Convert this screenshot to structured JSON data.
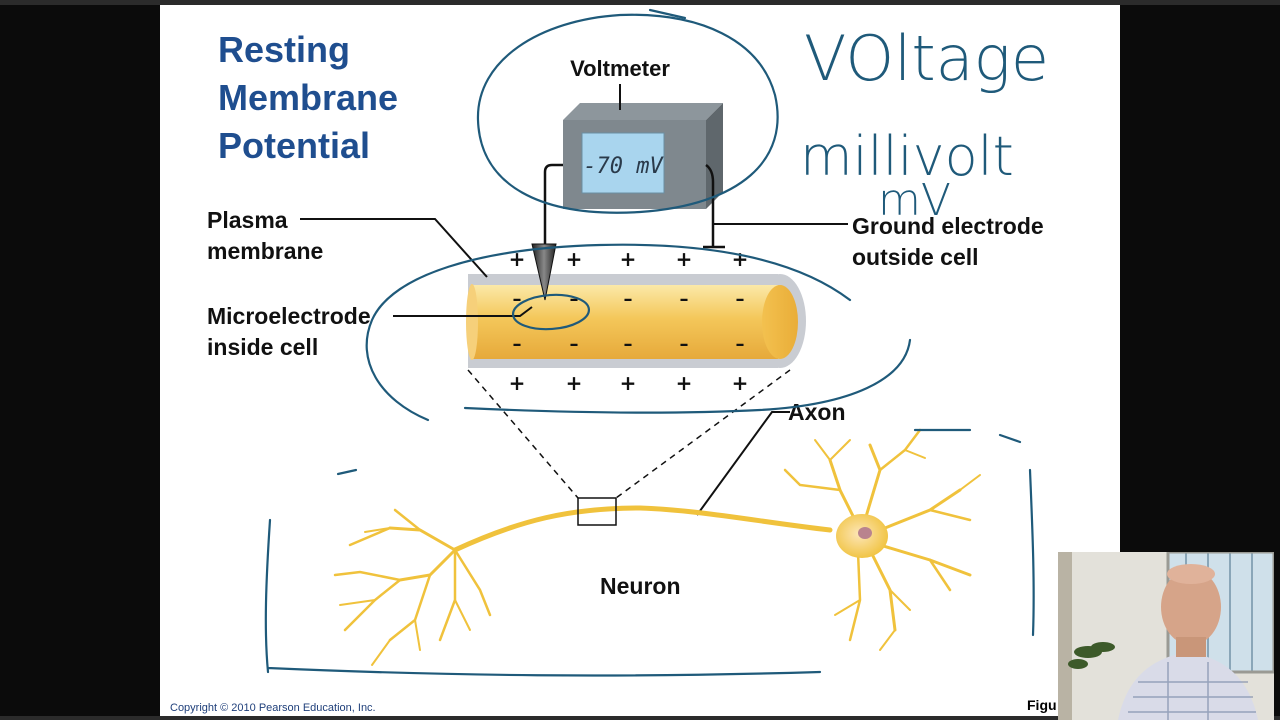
{
  "slide": {
    "title_lines": [
      "Resting",
      "Membrane",
      "Potential"
    ],
    "labels": {
      "voltmeter": "Voltmeter",
      "voltmeter_display": "-70 mV",
      "plasma_membrane": [
        "Plasma",
        "membrane"
      ],
      "ground_electrode": [
        "Ground electrode",
        "outside cell"
      ],
      "microelectrode": [
        "Microelectrode",
        "inside cell"
      ],
      "axon": "Axon",
      "neuron": "Neuron"
    },
    "outside_charge": "+",
    "inside_charge": "–",
    "copyright": "Copyright © 2010 Pearson Education, Inc.",
    "figure_ref": "Figu"
  },
  "annotations": {
    "ink_color": "#1f5a7a",
    "words": [
      "VOltage",
      "millivolt",
      "mV"
    ]
  },
  "colors": {
    "title": "#1f4e8f",
    "axon_fill": "#f2c14e",
    "neuron": "#f0c23c",
    "meter_screen": "#a9d5ee"
  }
}
